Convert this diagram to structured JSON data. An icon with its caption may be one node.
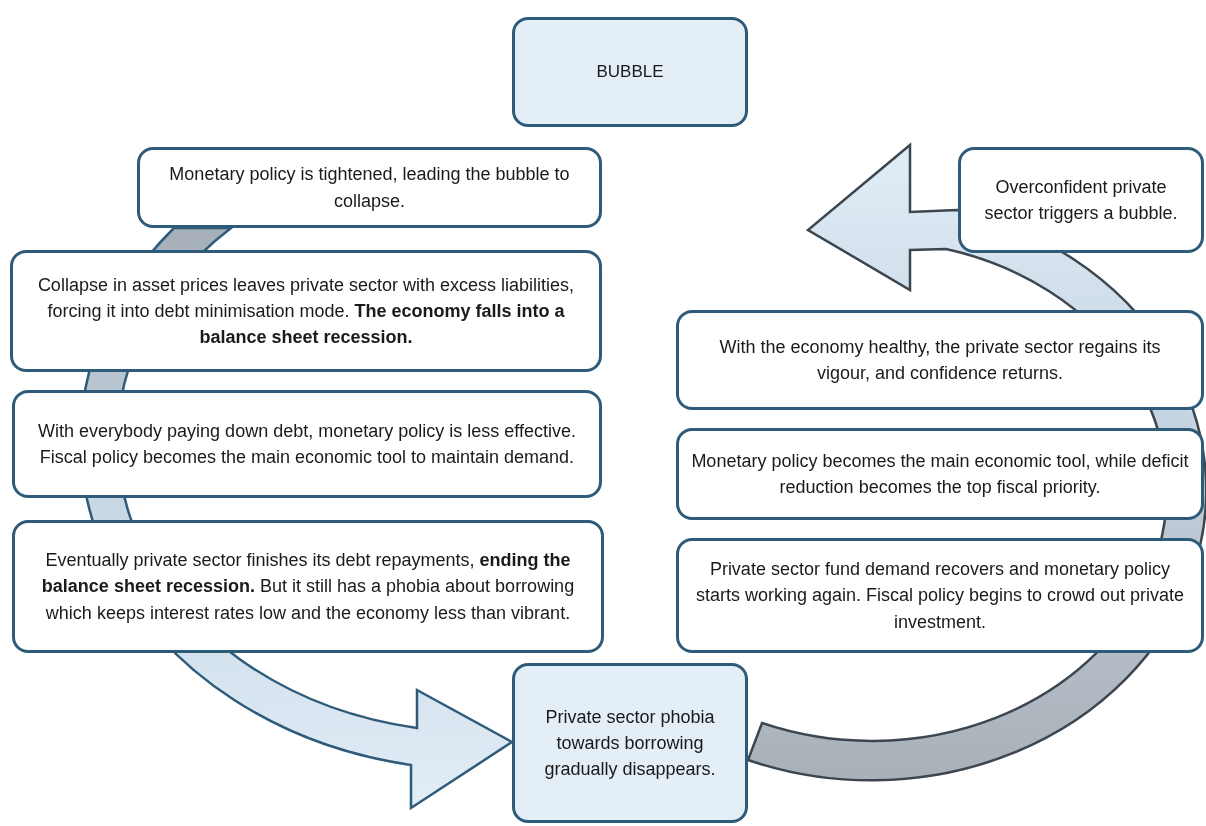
{
  "diagram": {
    "nodes": [
      {
        "text": [
          "BUBBLE"
        ]
      },
      {
        "text": [
          "Monetary policy is tightened, leading the bubble to collapse."
        ]
      },
      {
        "text": [
          "Overconfident private sector triggers a bubble."
        ]
      },
      {
        "text": [
          "Collapse in asset prices leaves private sector with excess liabilities, forcing it into debt minimisation mode. **The economy falls into a balance sheet recession.**"
        ]
      },
      {
        "text": [
          "With the economy healthy, the private sector regains its vigour, and confidence returns."
        ]
      },
      {
        "text": [
          "With everybody paying down debt, monetary policy is less effective. Fiscal policy becomes the main economic tool to maintain demand."
        ]
      },
      {
        "text": [
          "Monetary policy becomes the main economic tool, while deficit reduction becomes the top fiscal priority."
        ]
      },
      {
        "text": [
          "Eventually private sector finishes its debt repayments, **ending the balance sheet recession.** But it still has a phobia about borrowing which keeps interest rates low and the economy less than vibrant."
        ]
      },
      {
        "text": [
          "Private sector fund demand recovers and monetary policy starts working again. Fiscal policy begins to crowd out private investment."
        ]
      },
      {
        "text": [
          "Private sector phobia towards borrowing gradually disappears."
        ]
      }
    ],
    "edges": [
      {
        "from": 1,
        "to": 9,
        "arrow": "to"
      },
      {
        "from": 9,
        "to": null,
        "arrow": "to",
        "color": "#a9b0b7"
      }
    ]
  }
}
